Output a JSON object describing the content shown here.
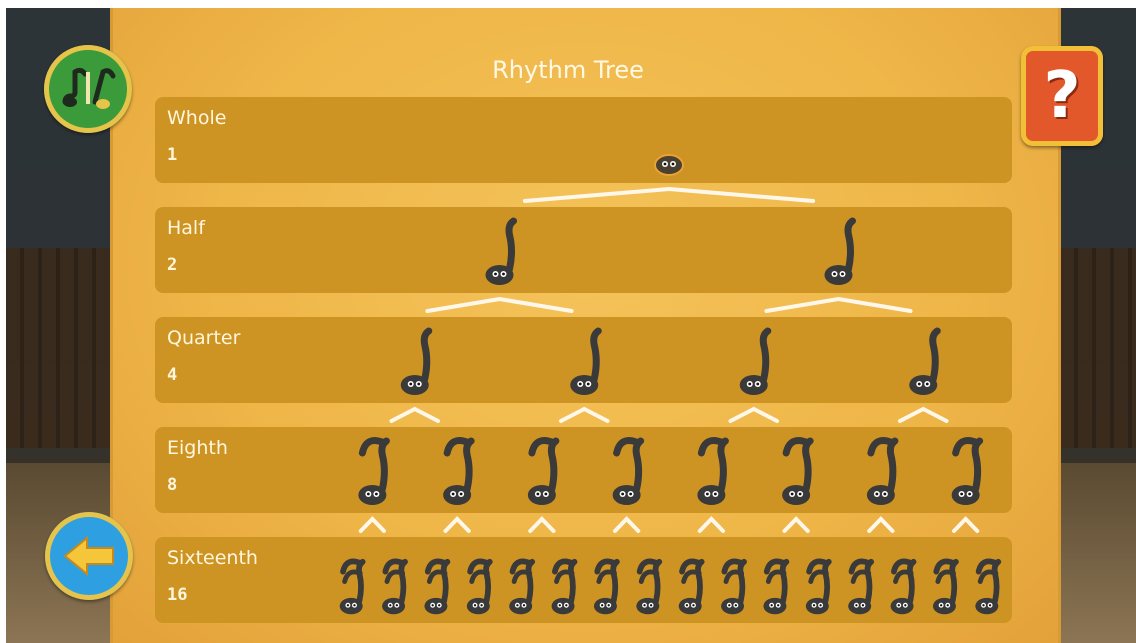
{
  "caption": "",
  "title": "Rhythm Tree",
  "help_label": "?",
  "rows": [
    {
      "name": "Whole",
      "count": "1",
      "notes": 1
    },
    {
      "name": "Half",
      "count": "2",
      "notes": 2
    },
    {
      "name": "Quarter",
      "count": "4",
      "notes": 4
    },
    {
      "name": "Eighth",
      "count": "8",
      "notes": 8
    },
    {
      "name": "Sixteenth",
      "count": "16",
      "notes": 16
    }
  ],
  "icons": {
    "notes_button": "music-notes-icon",
    "back_button": "arrow-left-icon",
    "help_button": "question-icon"
  },
  "colors": {
    "parchment": "#efb648",
    "row": "#cd9424",
    "note": "#3a3a3a",
    "notes_button": "#3b9a3a",
    "back_button": "#2e9fe0",
    "help_button": "#e2582a"
  }
}
